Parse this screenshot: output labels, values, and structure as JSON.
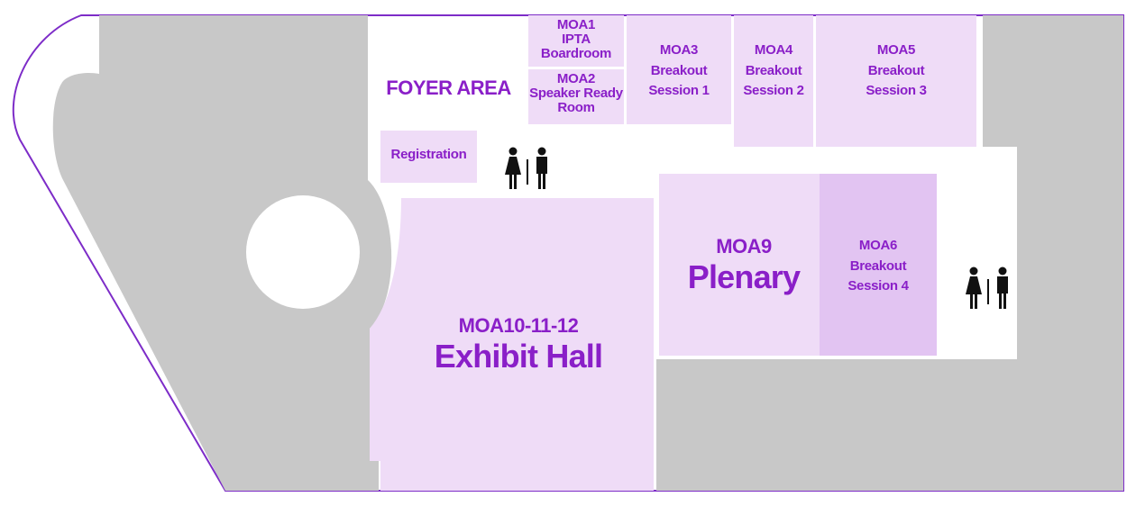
{
  "colors": {
    "outline": "#7d2cc8",
    "building": "#c8c8c8",
    "room": "#efdcf7",
    "room_dark": "#e2c4f2",
    "text": "#8a1fc8"
  },
  "icons": [
    "restroom-icon",
    "restroom-icon"
  ],
  "labels": {
    "foyer": "FOYER AREA",
    "registration": "Registration",
    "moa1": {
      "l1": "MOA1",
      "l2": "IPTA",
      "l3": "Boardroom"
    },
    "moa2": {
      "l1": "MOA2",
      "l2": "Speaker Ready",
      "l3": "Room"
    },
    "moa3": {
      "l1": "MOA3",
      "l2": "Breakout",
      "l3": "Session 1"
    },
    "moa4": {
      "l1": "MOA4",
      "l2": "Breakout",
      "l3": "Session 2"
    },
    "moa5": {
      "l1": "MOA5",
      "l2": "Breakout",
      "l3": "Session 3"
    },
    "moa6": {
      "l1": "MOA6",
      "l2": "Breakout",
      "l3": "Session 4"
    },
    "moa9": {
      "l1": "MOA9",
      "l2": "Plenary"
    },
    "moa10": {
      "l1": "MOA10-11-12",
      "l2": "Exhibit Hall"
    }
  }
}
